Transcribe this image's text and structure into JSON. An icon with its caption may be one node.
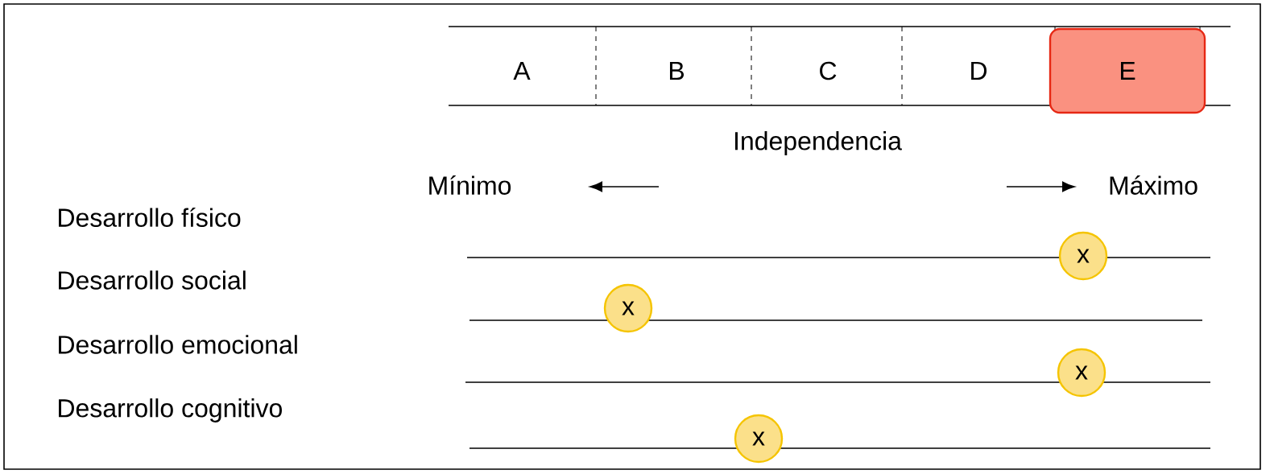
{
  "diagram": {
    "nodes": [
      {
        "text": [
          "A"
        ]
      },
      {
        "text": [
          "B"
        ]
      },
      {
        "text": [
          "C"
        ]
      },
      {
        "text": [
          "D"
        ]
      },
      {
        "text": [
          "E"
        ]
      },
      {
        "text": [
          "x"
        ]
      },
      {
        "text": [
          "x"
        ]
      },
      {
        "text": [
          "x"
        ]
      },
      {
        "text": [
          "x"
        ]
      }
    ],
    "labels": [
      "Independencia",
      "Mínimo",
      "Máximo",
      "Desarrollo físico",
      "Desarrollo social",
      "Desarrollo emocional",
      "Desarrollo cognitivo"
    ]
  }
}
